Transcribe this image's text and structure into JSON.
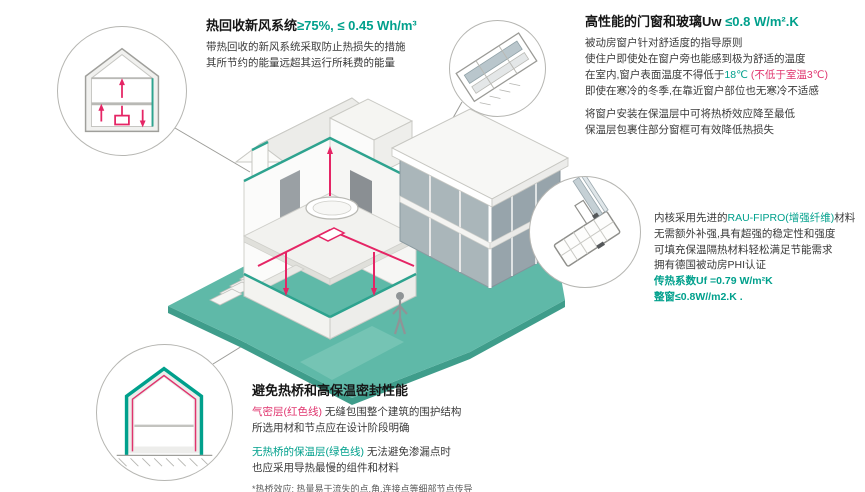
{
  "colors": {
    "accent_green": "#00A08C",
    "accent_pink": "#E0346E",
    "ground_teal": "#5FB9A8"
  },
  "ventilation": {
    "title_prefix": "热回收新风系统",
    "title_value": "≥75%, ≤ 0.45 Wh/m³",
    "line1": "带热回收的新风系统采取防止热损失的措施",
    "line2": "其所节约的能量远超其运行所耗费的能量"
  },
  "windows": {
    "title_prefix": "高性能的门窗和玻璃Uw ",
    "title_value": "≤0.8 W/m².K",
    "line1": "被动房窗户针对舒适度的指导原则",
    "line2": "使住户即使处在窗户旁也能感到极为舒适的温度",
    "line3_pre": "在室内,窗户表面温度不得低于",
    "line3_green": "18℃",
    "line3_pink": " (不低于室温3℃)",
    "line4": "即使在寒冷的冬季,在靠近窗户部位也无寒冷不适感",
    "line5": "将窗户安装在保温层中可将热桥效应降至最低",
    "line6": "保温层包裹住部分窗框可有效降低热损失"
  },
  "profile": {
    "line1_pre": "内核采用先进的",
    "line1_green": "RAU-FIPRO(增强纤维)",
    "line1_suf": "材料",
    "line2": "无需额外补强,具有超强的稳定性和强度",
    "line3": "可填充保温隔热材料轻松满足节能需求",
    "line4": "拥有德国被动房PHI认证",
    "line5": "传热系数Uf =0.79 W/m²K",
    "line6": "整窗≤0.8W//m2.K ."
  },
  "thermal": {
    "title": "避免热桥和高保温密封性能",
    "p1_pink": "气密层(红色线)",
    "p1_rest": " 无缝包围整个建筑的围护结构",
    "p1_line2": "所选用材和节点应在设计阶段明确",
    "p2_green": "无热桥的保温层(绿色线)",
    "p2_rest": " 无法避免渗漏点时",
    "p2_line2": "也应采用导热最慢的组件和材料",
    "footnote": "*热桥效应: 热量易于流失的点,角,连接点等细部节点传导"
  }
}
